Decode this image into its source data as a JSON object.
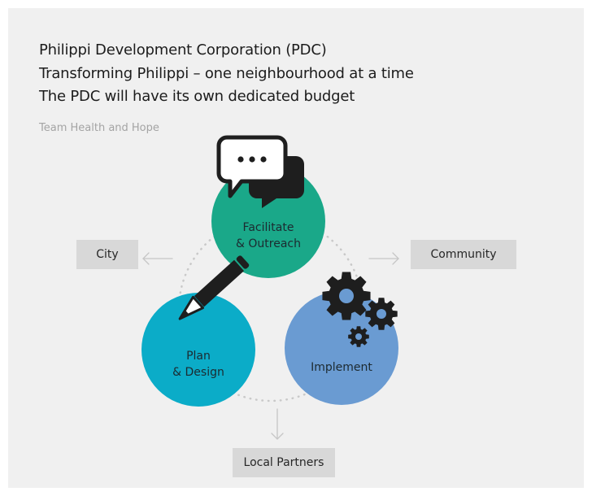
{
  "header": {
    "title": "Philippi Development Corporation (PDC)",
    "subtitle_1": "Transforming Philippi – one neighbourhood at a time",
    "subtitle_2": "The PDC will have its own dedicated budget",
    "credit": "Team Health and Hope"
  },
  "diagram": {
    "nodes": {
      "facilitate": {
        "line1": "Facilitate",
        "line2": "& Outreach",
        "color": "#1aa889",
        "icon": "speech-bubbles-icon"
      },
      "plan": {
        "line1": "Plan",
        "line2": "& Design",
        "color": "#0bacc8",
        "icon": "pencil-icon"
      },
      "implement": {
        "line1": "Implement",
        "color": "#6a9bd2",
        "icon": "gears-icon"
      }
    },
    "boxes": {
      "city": "City",
      "community": "Community",
      "partners": "Local Partners"
    },
    "colors": {
      "box": "#d8d8d8",
      "arrow": "#c8c8c8",
      "icon": "#1e1e1e",
      "background": "#f0f0f0"
    }
  }
}
